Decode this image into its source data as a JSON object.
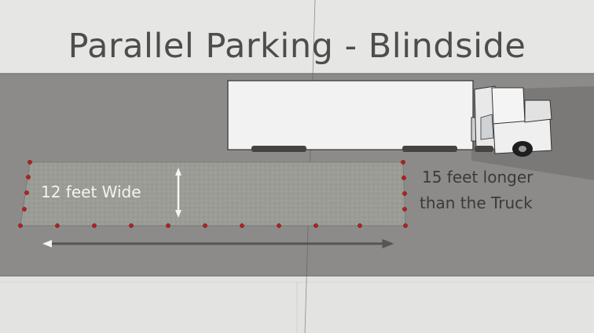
{
  "title": "Parallel Parking - Blindside",
  "labels": {
    "width": "12 feet Wide",
    "length_line1": "15 feet longer",
    "length_line2": "than the Truck"
  },
  "colors": {
    "sidewalk": "#e6e6e4",
    "road": "#8c8b8a",
    "parking_box": "#999b94",
    "cone": "#b52020",
    "truck_body": "#f2f2f2",
    "arrow": "#555555",
    "title_text": "#4d4d4d"
  }
}
